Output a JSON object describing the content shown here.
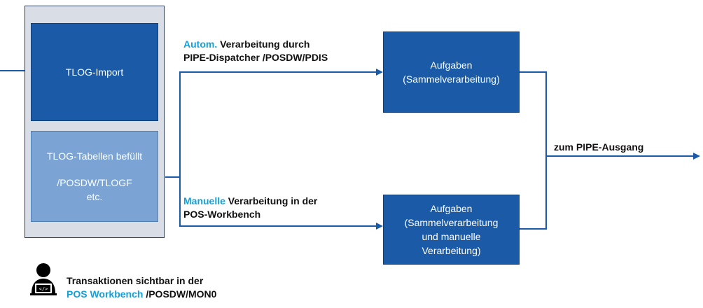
{
  "tlog_import": {
    "label": "TLOG-Import"
  },
  "tlog_tables": {
    "line1": "TLOG-Tabellen befüllt",
    "line2": "/POSDW/TLOGF",
    "line3": "etc."
  },
  "auto_path": {
    "accent": "Autom.",
    "rest": " Verarbeitung durch",
    "line2": "PIPE-Dispatcher /POSDW/PDIS"
  },
  "manual_path": {
    "accent": "Manuelle",
    "rest": " Verarbeitung in der",
    "line2": "POS-Workbench"
  },
  "tasks_top": {
    "line1": "Aufgaben",
    "line2": "(Sammelverarbeitung)"
  },
  "tasks_bottom": {
    "line1": "Aufgaben",
    "line2": "(Sammelverarbeitung",
    "line3": "und manuelle",
    "line4": "Verarbeitung)"
  },
  "output_label": "zum PIPE-Ausgang",
  "footer": {
    "line1": "Transaktionen sichtbar in der",
    "line2_accent": "POS Workbench",
    "line2_rest": " /POSDW/MON0"
  },
  "icons": {
    "user": "user-with-laptop-icon"
  },
  "colors": {
    "dark_box": "#1a5aa6",
    "light_box": "#7ba4d4",
    "container": "#d9dde6",
    "accent_text": "#14a0d8",
    "connector": "#1a5aa6"
  }
}
